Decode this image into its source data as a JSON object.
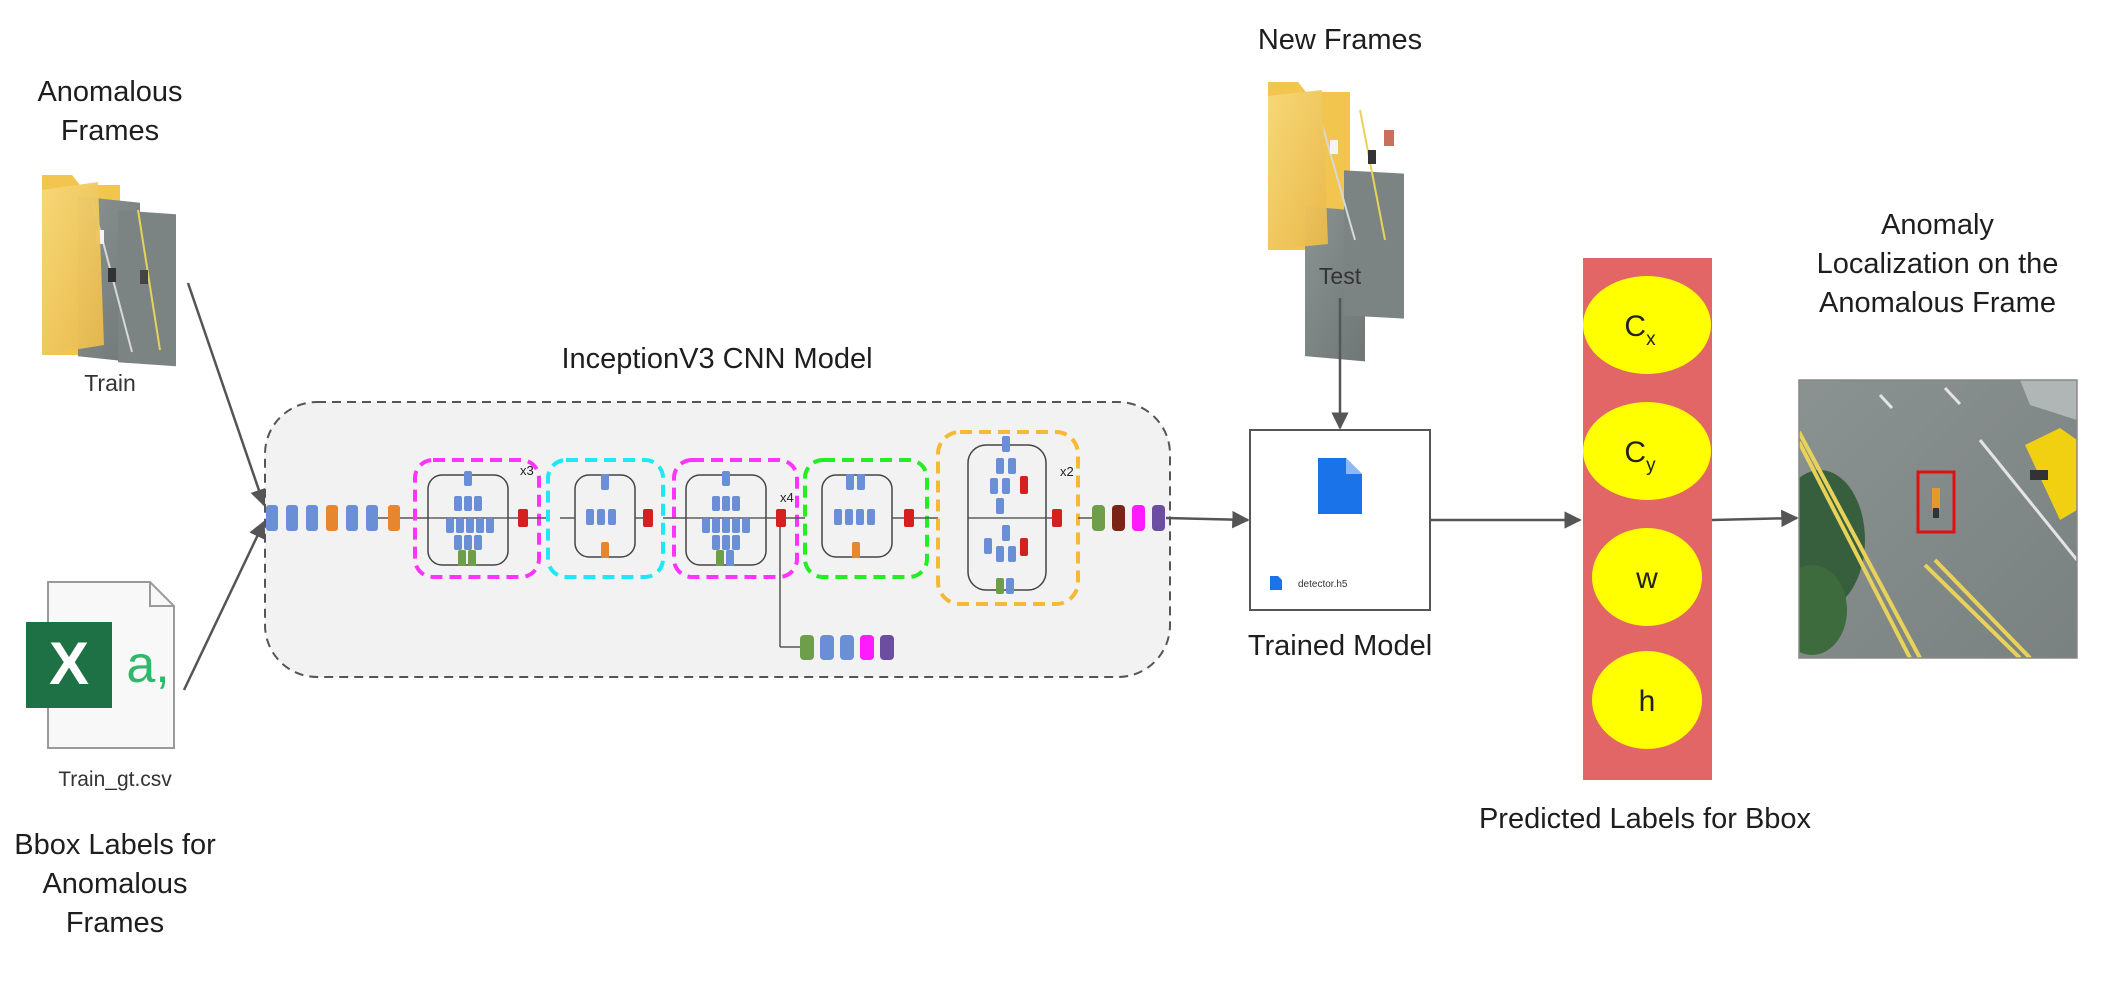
{
  "inputs": {
    "anomalous_frames_title": "Anomalous Frames",
    "train_caption": "Train",
    "csv_caption": "Train_gt.csv",
    "bbox_labels_title": "Bbox Labels for Anomalous Frames",
    "excel_glyph": "X",
    "excel_suffix": "a,"
  },
  "test": {
    "new_frames_title": "New Frames",
    "test_caption": "Test"
  },
  "model": {
    "title": "InceptionV3 CNN Model",
    "repeat_x3": "x3",
    "repeat_x4": "x4",
    "repeat_x2": "x2"
  },
  "trained_model": {
    "title": "Trained Model",
    "file_name": "detector.h5"
  },
  "predicted": {
    "title": "Predicted Labels for Bbox",
    "cx_main": "C",
    "cx_sub": "x",
    "cy_main": "C",
    "cy_sub": "y",
    "w": "w",
    "h": "h"
  },
  "output": {
    "title": "Anomaly Localization on the Anomalous Frame"
  },
  "colors": {
    "block_blue": "#6a8fd6",
    "block_orange": "#e6862e",
    "block_red": "#d42020",
    "block_green": "#6e9e4a",
    "block_magenta": "#ff1aff",
    "block_purple": "#6b4ea0",
    "block_brown": "#7a2418",
    "module_magenta": "#ff33ff",
    "module_cyan": "#1ee8f5",
    "module_green": "#22ee22",
    "module_gold": "#f5b935",
    "label_panel": "#e36666",
    "ellipse_yellow": "#ffff00",
    "file_blue": "#1a73e8"
  }
}
